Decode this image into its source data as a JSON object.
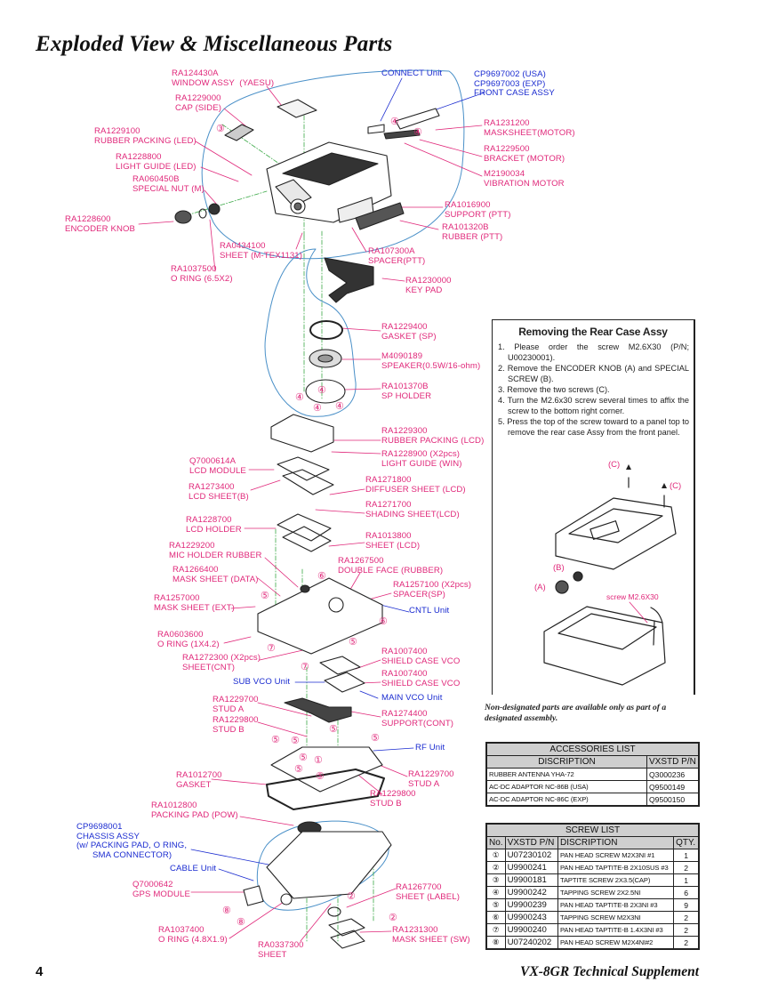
{
  "page": {
    "title": "Exploded View & Miscellaneous Parts",
    "page_number": "4",
    "footer_title": "VX-8GR Technical Supplement"
  },
  "colors": {
    "part_label": "#e0287a",
    "unit_label": "#1a2bd0",
    "table_header": "#cfcfcf",
    "assembly_outline": "#4a90c8"
  },
  "parts": [
    {
      "id": "window-assy",
      "pn": "RA124430A",
      "name": "WINDOW ASSY  (YAESU)"
    },
    {
      "id": "cap-side",
      "pn": "RA1229000",
      "name": "CAP (SIDE)"
    },
    {
      "id": "rubber-packing-led",
      "pn": "RA1229100",
      "name": "RUBBER PACKING (LED)"
    },
    {
      "id": "light-guide-led",
      "pn": "RA1228800",
      "name": "LIGHT GUIDE (LED)"
    },
    {
      "id": "special-nut",
      "pn": "RA060450B",
      "name": "SPECIAL NUT (M)"
    },
    {
      "id": "encoder-knob",
      "pn": "RA1228600",
      "name": "ENCODER KNOB"
    },
    {
      "id": "sheet-mtex",
      "pn": "RA0434100",
      "name": "SHEET (M-TEX1131)"
    },
    {
      "id": "o-ring-65",
      "pn": "RA1037500",
      "name": "O RING (6.5X2)"
    },
    {
      "id": "masksheet-motor",
      "pn": "RA1231200",
      "name": "MASKSHEET(MOTOR)"
    },
    {
      "id": "bracket-motor",
      "pn": "RA1229500",
      "name": "BRACKET (MOTOR)"
    },
    {
      "id": "vibration-motor",
      "pn": "M2190034",
      "name": "VIBRATION MOTOR"
    },
    {
      "id": "support-ptt",
      "pn": "RA1016900",
      "name": "SUPPORT (PTT)"
    },
    {
      "id": "rubber-ptt",
      "pn": "RA101320B",
      "name": "RUBBER (PTT)"
    },
    {
      "id": "spacer-ptt",
      "pn": "RA107300A",
      "name": "SPACER(PTT)"
    },
    {
      "id": "key-pad",
      "pn": "RA1230000",
      "name": "KEY PAD"
    },
    {
      "id": "gasket-sp",
      "pn": "RA1229400",
      "name": "GASKET (SP)"
    },
    {
      "id": "speaker",
      "pn": "M4090189",
      "name": "SPEAKER(0.5W/16-ohm)"
    },
    {
      "id": "sp-holder",
      "pn": "RA101370B",
      "name": "SP HOLDER"
    },
    {
      "id": "rubber-packing-lcd",
      "pn": "RA1229300",
      "name": "RUBBER PACKING (LCD)"
    },
    {
      "id": "light-guide-win",
      "pn": "RA1228900 (X2pcs)",
      "name": "LIGHT GUIDE (WIN)"
    },
    {
      "id": "lcd-module",
      "pn": "Q7000614A",
      "name": "LCD MODULE"
    },
    {
      "id": "lcd-sheet-b",
      "pn": "RA1273400",
      "name": "LCD SHEET(B)"
    },
    {
      "id": "diffuser-sheet",
      "pn": "RA1271800",
      "name": "DIFFUSER SHEET (LCD)"
    },
    {
      "id": "shading-sheet",
      "pn": "RA1271700",
      "name": "SHADING SHEET(LCD)"
    },
    {
      "id": "lcd-holder",
      "pn": "RA1228700",
      "name": "LCD HOLDER"
    },
    {
      "id": "sheet-lcd",
      "pn": "RA1013800",
      "name": "SHEET (LCD)"
    },
    {
      "id": "mic-holder-rubber",
      "pn": "RA1229200",
      "name": "MIC HOLDER RUBBER"
    },
    {
      "id": "double-face-rubber",
      "pn": "RA1267500",
      "name": "DOUBLE FACE (RUBBER)"
    },
    {
      "id": "mask-sheet-data",
      "pn": "RA1266400",
      "name": "MASK SHEET (DATA)"
    },
    {
      "id": "spacer-sp",
      "pn": "RA1257100 (X2pcs)",
      "name": "SPACER(SP)"
    },
    {
      "id": "mask-sheet-ext",
      "pn": "RA1257000",
      "name": "MASK SHEET (EXT)"
    },
    {
      "id": "o-ring-14",
      "pn": "RA0603600",
      "name": "O RING (1X4.2)"
    },
    {
      "id": "sheet-cnt",
      "pn": "RA1272300 (X2pcs)",
      "name": "SHEET(CNT)"
    },
    {
      "id": "shield-case-vco-1",
      "pn": "RA1007400",
      "name": "SHIELD CASE VCO"
    },
    {
      "id": "shield-case-vco-2",
      "pn": "RA1007400",
      "name": "SHIELD CASE VCO"
    },
    {
      "id": "stud-a-1",
      "pn": "RA1229700",
      "name": "STUD A"
    },
    {
      "id": "support-cont",
      "pn": "RA1274400",
      "name": "SUPPORT(CONT)"
    },
    {
      "id": "stud-b-1",
      "pn": "RA1229800",
      "name": "STUD B"
    },
    {
      "id": "gasket",
      "pn": "RA1012700",
      "name": "GASKET"
    },
    {
      "id": "stud-a-2",
      "pn": "RA1229700",
      "name": "STUD A"
    },
    {
      "id": "stud-b-2",
      "pn": "RA1229800",
      "name": "STUD B"
    },
    {
      "id": "packing-pad-pow",
      "pn": "RA1012800",
      "name": "PACKING PAD (POW)"
    },
    {
      "id": "gps-module",
      "pn": "Q7000642",
      "name": "GPS MODULE"
    },
    {
      "id": "sheet-label",
      "pn": "RA1267700",
      "name": "SHEET (LABEL)"
    },
    {
      "id": "o-ring-48",
      "pn": "RA1037400",
      "name": "O RING (4.8X1.9)"
    },
    {
      "id": "mask-sheet-sw",
      "pn": "RA1231300",
      "name": "MASK SHEET (SW)"
    },
    {
      "id": "sheet",
      "pn": "RA0337300",
      "name": "SHEET"
    }
  ],
  "units": {
    "connect_unit": "CONNECT Unit",
    "front_case": [
      "CP9697002 (USA)",
      "CP9697003 (EXP)",
      "FRONT CASE ASSY"
    ],
    "cntl_unit": "CNTL Unit",
    "sub_vco_unit": "SUB VCO Unit",
    "main_vco_unit": "MAIN VCO Unit",
    "rf_unit": "RF Unit",
    "chassis": [
      "CP9698001",
      "CHASSIS ASSY",
      "(w/ PACKING PAD, O RING,",
      "SMA CONNECTOR)"
    ],
    "cable_unit": "CABLE Unit"
  },
  "removal_box": {
    "title": "Removing the Rear Case Assy",
    "steps": [
      "1. Please order the screw M2.6X30 (P/N; U00230001).",
      "2. Remove the ENCODER KNOB (A) and SPECIAL SCREW (B).",
      "3. Remove the two screws (C).",
      "4. Turn the M2.6x30 screw several times to affix the screw to the bottom right corner.",
      "5. Press the top of the screw toward to a panel top to remove the rear case Assy from the front panel."
    ],
    "callouts": {
      "c1": "(C)",
      "c2": "(C)",
      "b": "(B)",
      "a": "(A)",
      "screw": "screw M2.6X30"
    }
  },
  "note": "Non-designated parts are available only as part of a designated assembly.",
  "accessories": {
    "title": "ACCESSORIES LIST",
    "headers": [
      "DISCRIPTION",
      "VXSTD P/N"
    ],
    "rows": [
      [
        "RUBBER ANTENNA YHA-72",
        "Q3000236"
      ],
      [
        "AC-DC ADAPTOR NC-86B (USA)",
        "Q9500149"
      ],
      [
        "AC-DC ADAPTOR NC-86C (EXP)",
        "Q9500150"
      ]
    ]
  },
  "screws": {
    "title": "SCREW LIST",
    "headers": [
      "No.",
      "VXSTD P/N",
      "DISCRIPTION",
      "QTY."
    ],
    "rows": [
      [
        "①",
        "U07230102",
        "PAN HEAD SCREW M2X3NI #1",
        "1"
      ],
      [
        "②",
        "U9900241",
        "PAN HEAD TAPTITE-B 2X10SUS #3",
        "2"
      ],
      [
        "③",
        "U9900181",
        "TAPTITE SCREW 2X3.5(CAP)",
        "1"
      ],
      [
        "④",
        "U9900242",
        "TAPPING SCREW 2X2.5NI",
        "6"
      ],
      [
        "⑤",
        "U9900239",
        "PAN HEAD TAPTITE-B 2X3NI #3",
        "9"
      ],
      [
        "⑥",
        "U9900243",
        "TAPPING SCREW M2X3NI",
        "2"
      ],
      [
        "⑦",
        "U9900240",
        "PAN HEAD TAPTITE-B 1.4X3NI #3",
        "2"
      ],
      [
        "⑧",
        "U07240202",
        "PAN HEAD SCREW M2X4NI#2",
        "2"
      ]
    ]
  },
  "screw_marks": {
    "m1": "①",
    "m2": "②",
    "m3": "③",
    "m4": "④",
    "m5": "⑤",
    "m6": "⑥",
    "m7": "⑦",
    "m8": "⑧"
  }
}
